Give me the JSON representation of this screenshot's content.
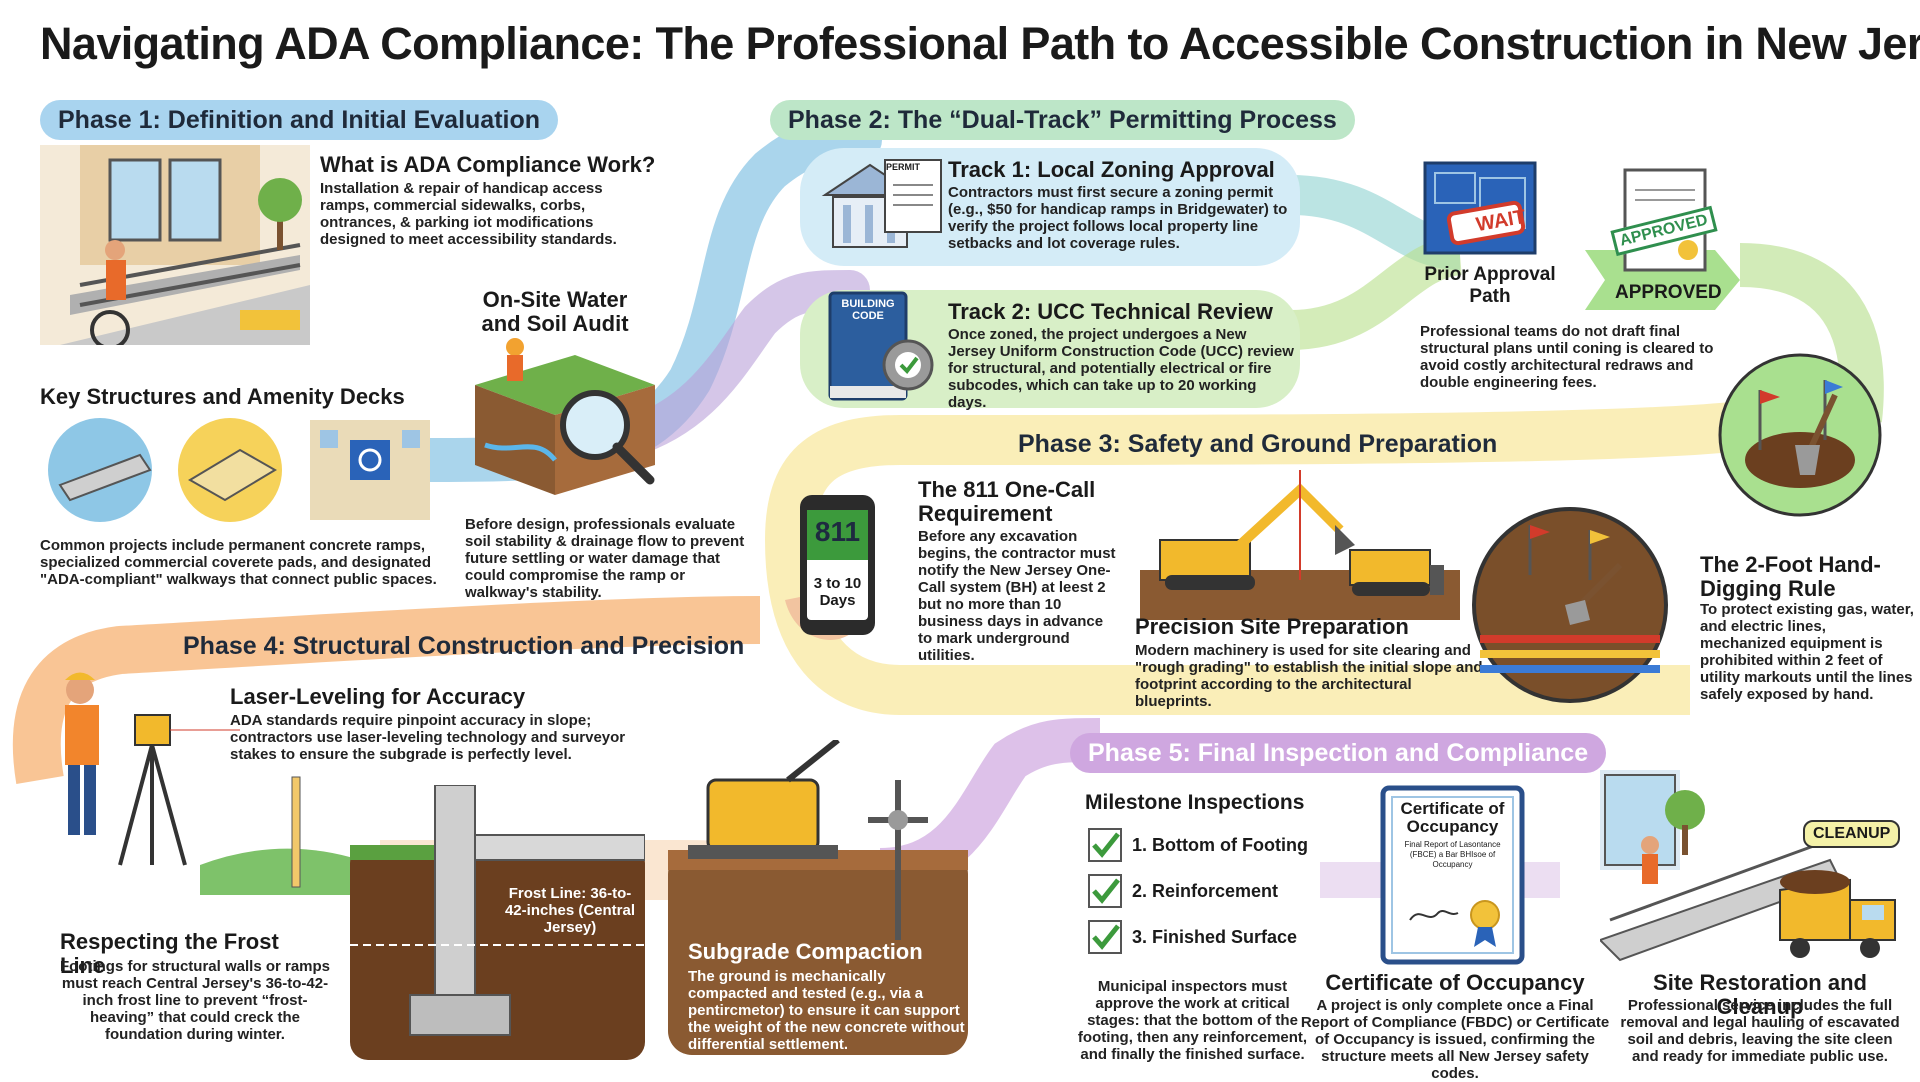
{
  "title": "Navigating ADA Compliance: The Professional Path to Accessible Construction in New Jersey",
  "phases": {
    "p1": "Phase 1: Definition and Initial Evaluation",
    "p2": "Phase 2: The “Dual-Track” Permitting Process",
    "p3": "Phase 3: Safety and Ground Preparation",
    "p4": "Phase 4: Structural Construction and Precision",
    "p5": "Phase 5: Final Inspection and Compliance"
  },
  "phase1": {
    "what_title": "What is ADA Compliance Work?",
    "what_body": "Installation & repair of handicap access ramps, commercial sidewalks, corbs, ontrances, & parking iot modifications designed to meet accessibility standards.",
    "key_title": "Key Structures and Amenity Decks",
    "key_body": "Common projects include permanent concrete ramps, specialized commercial coverete pads, and designated \"ADA-compliant\" walkways that connect public spaces.",
    "audit_title": "On-Site Water and Soil Audit",
    "audit_body": "Before design, professionals evaluate soil stability & drainage flow to prevent future settling or water damage that could compromise the ramp or walkway's stability."
  },
  "phase2": {
    "track1_title": "Track 1: Local Zoning Approval",
    "track1_body": "Contractors must first secure a zoning permit (e.g., $50 for handicap ramps in Bridgewater) to verify the project follows local property line setbacks and lot coverage rules.",
    "track1_doc_label": "PERMIT",
    "track2_title": "Track 2: UCC Technical Review",
    "track2_body": "Once zoned, the project undergoes a New Jersey Uniform Construction Code (UCC) review for structural, and potentially electrical or fire subcodes, which can take up to 20 working days.",
    "track2_book_label": "BUILDING CODE",
    "wait_label": "WAIT",
    "prior_label": "Prior Approval Path",
    "approved_stamp": "APPROVED",
    "approved_label": "APPROVED",
    "prior_body": "Professional teams do not draft final structural plans until coning is cleared to avoid costly architectural redraws and double engineering fees."
  },
  "phase3": {
    "call_title": "The 811 One-Call Requirement",
    "call_body": "Before any excavation begins, the contractor must notify the New Jersey One-Call system (BH) at leest 2 but no more than 10 business days in advance to mark underground utilities.",
    "phone_number": "811",
    "phone_days": "3 to 10 Days",
    "site_title": "Precision Site Preparation",
    "site_body": "Modern machinery is used for site clearing and \"rough grading\" to establish the initial slope and footprint according to the architectural blueprints.",
    "dig_title": "The 2-Foot Hand-Digging Rule",
    "dig_body": "To protect existing gas, water, and electric lines, mechanized equipment is prohibited within 2 feet of utility markouts until the lines safely exposed by hand."
  },
  "phase4": {
    "laser_title": "Laser-Leveling for Accuracy",
    "laser_body": "ADA standards require pinpoint accuracy in slope; contractors use laser-leveling technology and surveyor stakes to ensure the subgrade is perfectly level.",
    "frost_title": "Respecting the Frost Line",
    "frost_body": "Footings for structural walls or ramps must reach Central Jersey's 36-to-42-inch frost line to prevent “frost-heaving” that could creck the foundation during winter.",
    "frost_callout": "Frost Line: 36-to-42-inches (Central Jersey)",
    "compaction_title": "Subgrade Compaction",
    "compaction_body": "The ground is mechanically compacted and tested (e.g., via a pentircmetor) to ensure it can support the weight of the new concrete without differential settlement."
  },
  "phase5": {
    "milestone_title": "Milestone Inspections",
    "milestones": [
      "1. Bottom of Footing",
      "2. Reinforcement",
      "3. Finished Surface"
    ],
    "milestone_body": "Municipal inspectors must approve the work at critical stages: that the bottom of the footing, then any reinforcement, and finally the finished surface.",
    "cert_doc_title": "Certificate of Occupancy",
    "cert_doc_sub": "Final Report of Lasontance (FBCE) a Bar BHIsoe of Occupancy",
    "cert_title": "Certificate of Occupancy",
    "cert_body": "A project is only complete once a Final Report of Compliance (FBDC) or Certificate of Occupancy is issued, confirming the structure meets all New Jersey safety codes.",
    "restore_title": "Site Restoration and Cleanup",
    "restore_body": "Professional service includes the full removal and legal hauling of escavated soil and debris, leaving the site cleen and ready for immediate public use.",
    "cleanup_label": "CLEANUP"
  },
  "colors": {
    "phase1": "#a9d4ef",
    "phase2": "#bde6c8",
    "phase3": "#f6e07a",
    "phase4": "#f6a864",
    "phase5": "#c08fd4",
    "check": "#3c9a3c",
    "stamp": "#2f8f4e"
  }
}
